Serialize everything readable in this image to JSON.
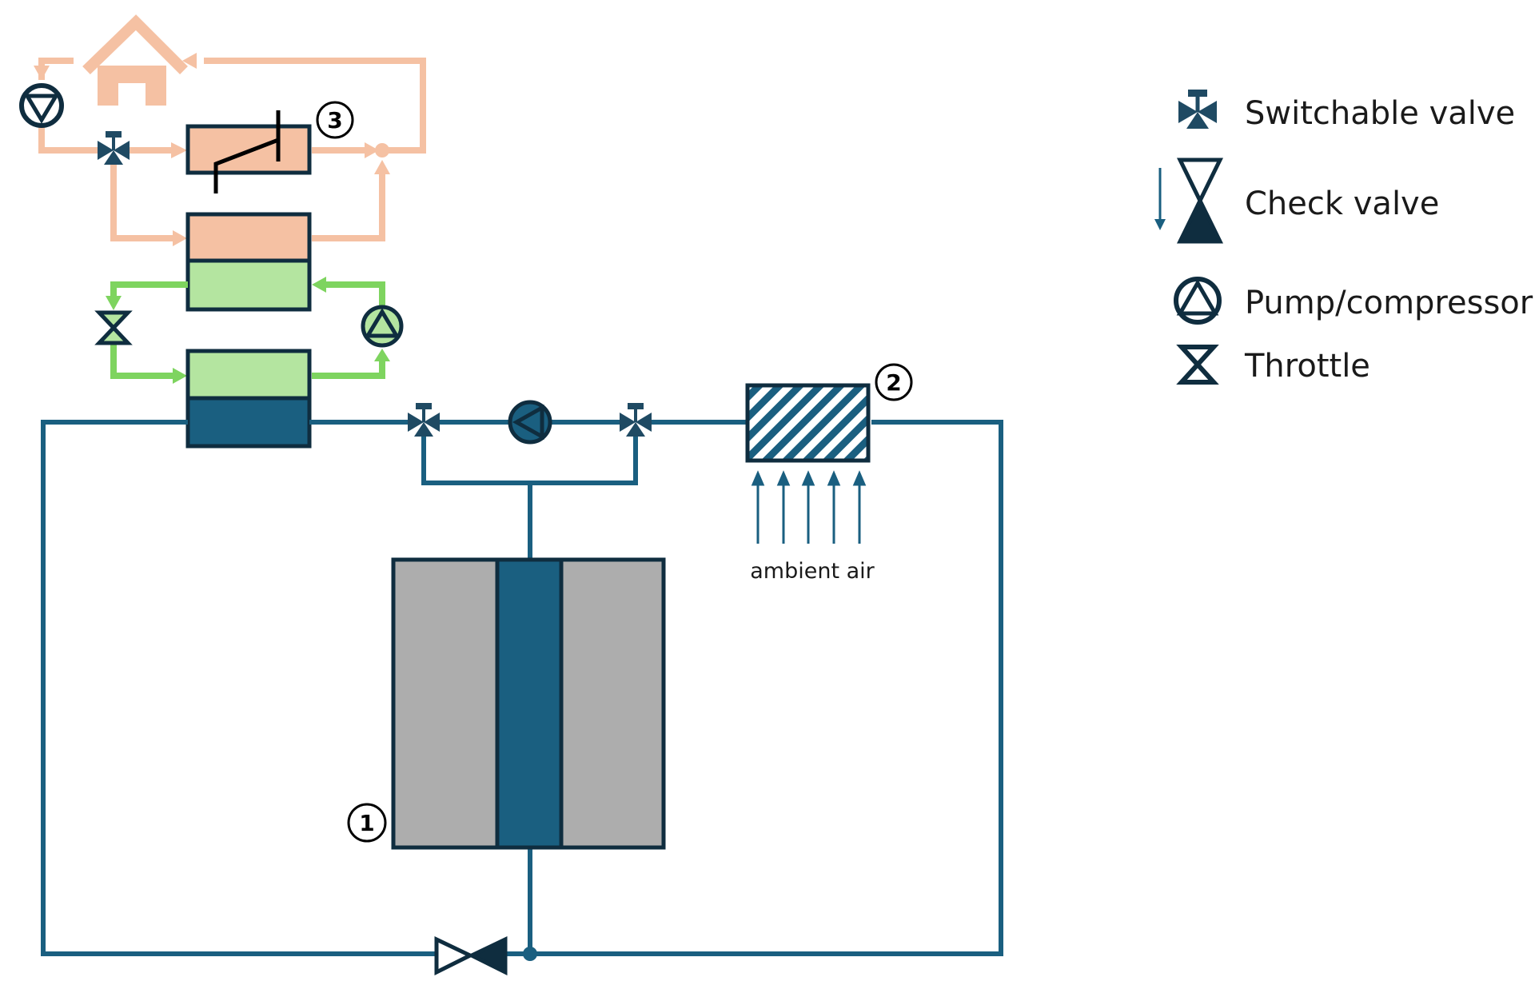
{
  "components": {
    "storage_marker": "1",
    "air_hx_marker": "2",
    "heater_marker": "3",
    "ambient_label": "ambient air"
  },
  "legend": {
    "switchable_valve": "Switchable valve",
    "check_valve": "Check valve",
    "pump": "Pump/compressor",
    "throttle": "Throttle"
  },
  "colors": {
    "primary_loop": "#1a5f80",
    "refrigerant_loop": "#7ed45f",
    "heating_loop": "#f5c1a3",
    "dark": "#0f2d3f",
    "storage_gray": "#adadad"
  }
}
